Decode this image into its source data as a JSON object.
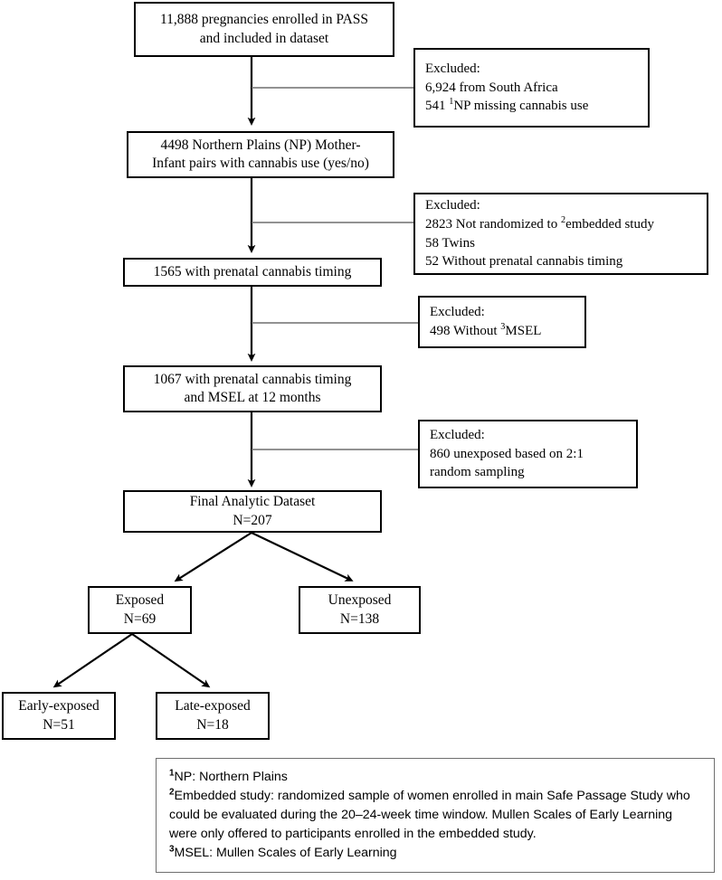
{
  "figure": {
    "type": "flowchart",
    "title": "PASS cohort participant flow diagram",
    "font_note": "serif boxes, sans-serif footnote",
    "colors": {
      "border": "#000000",
      "background": "#ffffff",
      "connector": "#000000",
      "stub": "#6f6f6f",
      "footnote_border": "#6f6f6f"
    }
  },
  "nodes": {
    "enrolled": {
      "line1": "11,888 pregnancies enrolled in PASS",
      "line2": "and included in dataset"
    },
    "np_pairs": {
      "line1": "4498 Northern Plains (NP) Mother-",
      "line2": "Infant pairs with cannabis use (yes/no)"
    },
    "timing": {
      "line1": "1565 with prenatal cannabis timing"
    },
    "timing_msel": {
      "line1": "1067 with prenatal cannabis timing",
      "line2": "and MSEL at 12 months"
    },
    "final": {
      "line1": "Final Analytic Dataset",
      "line2": "N=207"
    },
    "exposed": {
      "line1": "Exposed",
      "line2": "N=69"
    },
    "unexposed": {
      "line1": "Unexposed",
      "line2": "N=138"
    },
    "early_exposed": {
      "line1": "Early-exposed",
      "line2": "N=51"
    },
    "late_exposed": {
      "line1": "Late-exposed",
      "line2": "N=18"
    }
  },
  "exclusions": {
    "excl1": {
      "heading": "Excluded:",
      "items_pre": [
        "6,924 from South Africa",
        "541 "
      ],
      "line2": "6,924 from South Africa",
      "line3_sup": "1",
      "line3_text": "NP missing cannabis use",
      "line3_prefix": "541 "
    },
    "excl2": {
      "heading": "Excluded:",
      "line2_prefix": "2823 Not randomized to ",
      "line2_sup": "2",
      "line2_suffix": "embedded study",
      "line3": "58 Twins",
      "line4": "52 Without prenatal cannabis timing"
    },
    "excl3": {
      "heading": "Excluded:",
      "line2_prefix": "498 Without ",
      "line2_sup": "3",
      "line2_suffix": "MSEL"
    },
    "excl4": {
      "heading": "Excluded:",
      "line2": "860 unexposed based on 2:1",
      "line3": "random sampling"
    }
  },
  "footnote": {
    "note1_sup": "1",
    "note1_text": "NP: Northern Plains",
    "note2_sup": "2",
    "note2_text": "Embedded study: randomized sample of women enrolled in main Safe Passage Study who could be evaluated during the 20–24-week time window. Mullen Scales of Early Learning were only offered to participants enrolled in the embedded study.",
    "note3_sup": "3",
    "note3_text": "MSEL: Mullen Scales of Early Learning"
  },
  "flow_counts": {
    "enrolled_total": 11888,
    "excluded_south_africa": 6924,
    "excluded_np_missing_cannabis": 541,
    "np_pairs": 4498,
    "excluded_not_randomized": 2823,
    "excluded_twins": 58,
    "excluded_without_timing": 52,
    "with_timing": 1565,
    "excluded_without_msel": 498,
    "with_timing_and_msel": 1067,
    "excluded_unexposed_sampling": 860,
    "final_n": 207,
    "exposed_n": 69,
    "unexposed_n": 138,
    "early_exposed_n": 51,
    "late_exposed_n": 18
  }
}
